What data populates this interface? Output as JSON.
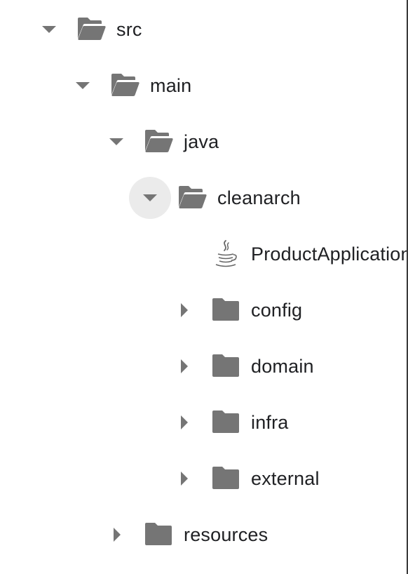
{
  "tree": {
    "nodes": [
      {
        "label": "src",
        "expanded": true,
        "icon": "folder-open-icon"
      },
      {
        "label": "main",
        "expanded": true,
        "icon": "folder-open-icon"
      },
      {
        "label": "java",
        "expanded": true,
        "icon": "folder-open-icon"
      },
      {
        "label": "cleanarch",
        "expanded": true,
        "icon": "folder-open-icon",
        "hovered": true
      },
      {
        "label": "ProductApplication",
        "icon": "java-file-icon"
      },
      {
        "label": "config",
        "expanded": false,
        "icon": "folder-icon"
      },
      {
        "label": "domain",
        "expanded": false,
        "icon": "folder-icon"
      },
      {
        "label": "infra",
        "expanded": false,
        "icon": "folder-icon"
      },
      {
        "label": "external",
        "expanded": false,
        "icon": "folder-icon"
      },
      {
        "label": "resources",
        "expanded": false,
        "icon": "folder-icon"
      }
    ]
  },
  "colors": {
    "folder": "#757575",
    "text": "#202124",
    "toggle_hover_bg": "#ebebeb"
  }
}
